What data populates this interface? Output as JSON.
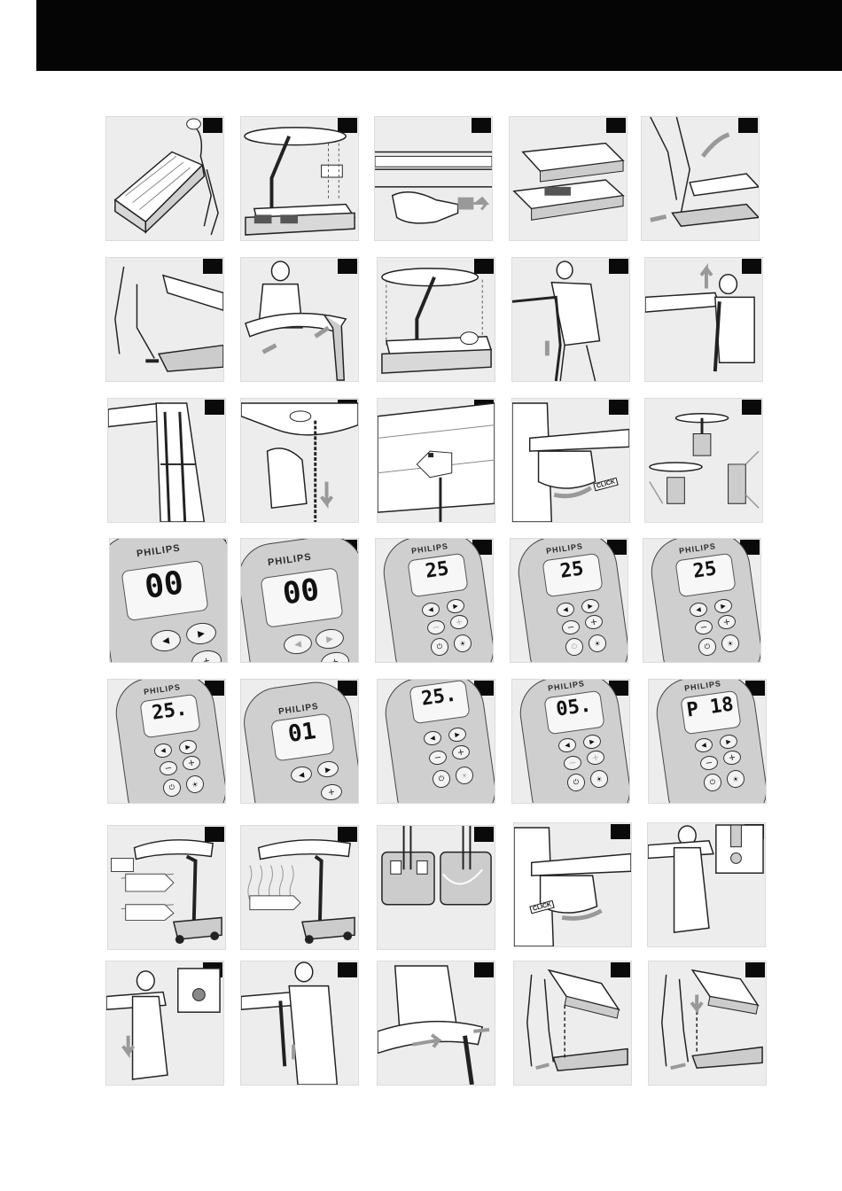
{
  "brand": {
    "name": "PHILIPS"
  },
  "remote": {
    "d1": "00",
    "d2": "00",
    "d3": "25",
    "d4": "25",
    "d5": "25",
    "d6": "25.",
    "d7": "01",
    "d8": "25.",
    "d9": "05.",
    "d10": "P 18"
  },
  "callouts": {
    "click1": "CLICK",
    "click2": "CLICK"
  },
  "icons": {
    "arrow": "arrow-icon",
    "plus": "plus-icon",
    "minus": "minus-icon",
    "sun": "sun-icon",
    "power": "power-icon"
  },
  "colors": {
    "header": "#050505",
    "panel": "#ededed",
    "ink": "#222222",
    "arrow": "#9a9a9a"
  }
}
